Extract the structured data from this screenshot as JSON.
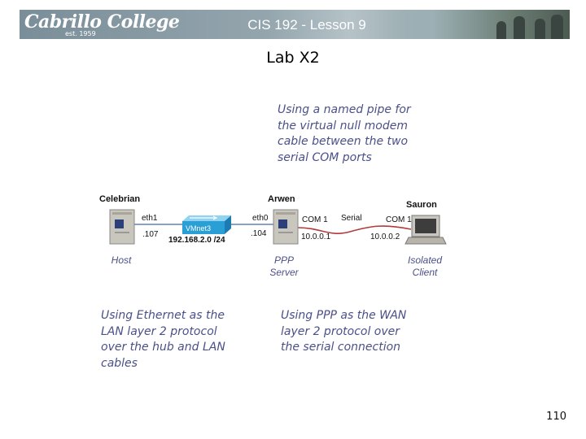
{
  "header": {
    "logo_text": "Cabrillo College",
    "logo_est": "est. 1959",
    "course_title": "CIS 192 - Lesson 9"
  },
  "slide": {
    "title": "Lab X2",
    "page_number": "110"
  },
  "notes": {
    "named_pipe": [
      "Using a named pipe for",
      "the virtual null modem",
      "cable between the two",
      "serial COM ports"
    ],
    "ethernet": [
      "Using Ethernet as the",
      "LAN layer 2 protocol",
      "over the hub and LAN",
      "cables"
    ],
    "ppp": [
      "Using PPP as the WAN",
      "layer 2 protocol over",
      "the serial connection"
    ]
  },
  "diagram": {
    "nodes": {
      "celebrian": {
        "name": "Celebrian",
        "iface": "eth1",
        "ip": ".107",
        "role": [
          "Host"
        ]
      },
      "arwen": {
        "name": "Arwen",
        "iface": "eth0",
        "ip": ".104",
        "com": "COM 1",
        "serial_ip": "10.0.0.1",
        "role": [
          "PPP",
          "Server"
        ]
      },
      "sauron": {
        "name": "Sauron",
        "com": "COM 1",
        "serial_ip": "10.0.0.2",
        "role": [
          "Isolated",
          "Client"
        ]
      }
    },
    "switch_label": "VMnet3",
    "network": "192.168.2.0 /24",
    "serial_label": "Serial"
  },
  "colors": {
    "note_text": "#4a5088",
    "serial_line": "#b23a3a",
    "lan_line": "#8aa0c8",
    "switch": "#2a9fd6"
  }
}
